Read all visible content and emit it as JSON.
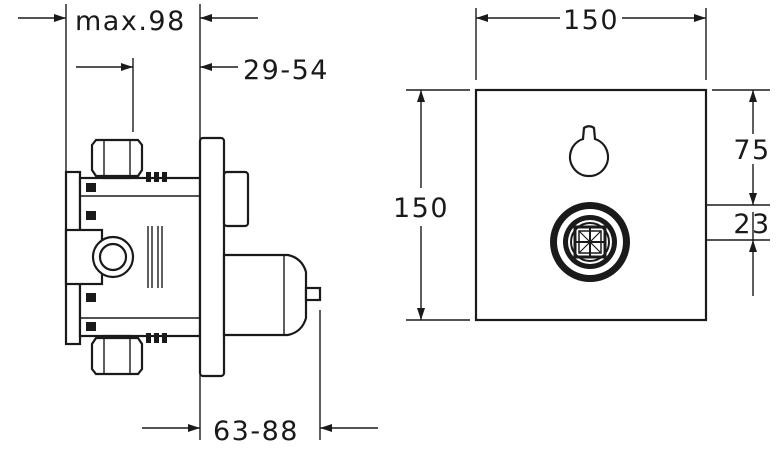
{
  "dimensions": {
    "max_depth": "max.98",
    "adjust_range": "29-54",
    "spindle_range": "63-88",
    "plate_width": "150",
    "plate_height": "150",
    "upper_distance": "75",
    "lower_distance": "23"
  },
  "icons": [
    "keyhole-icon",
    "valve-cap-icon"
  ]
}
